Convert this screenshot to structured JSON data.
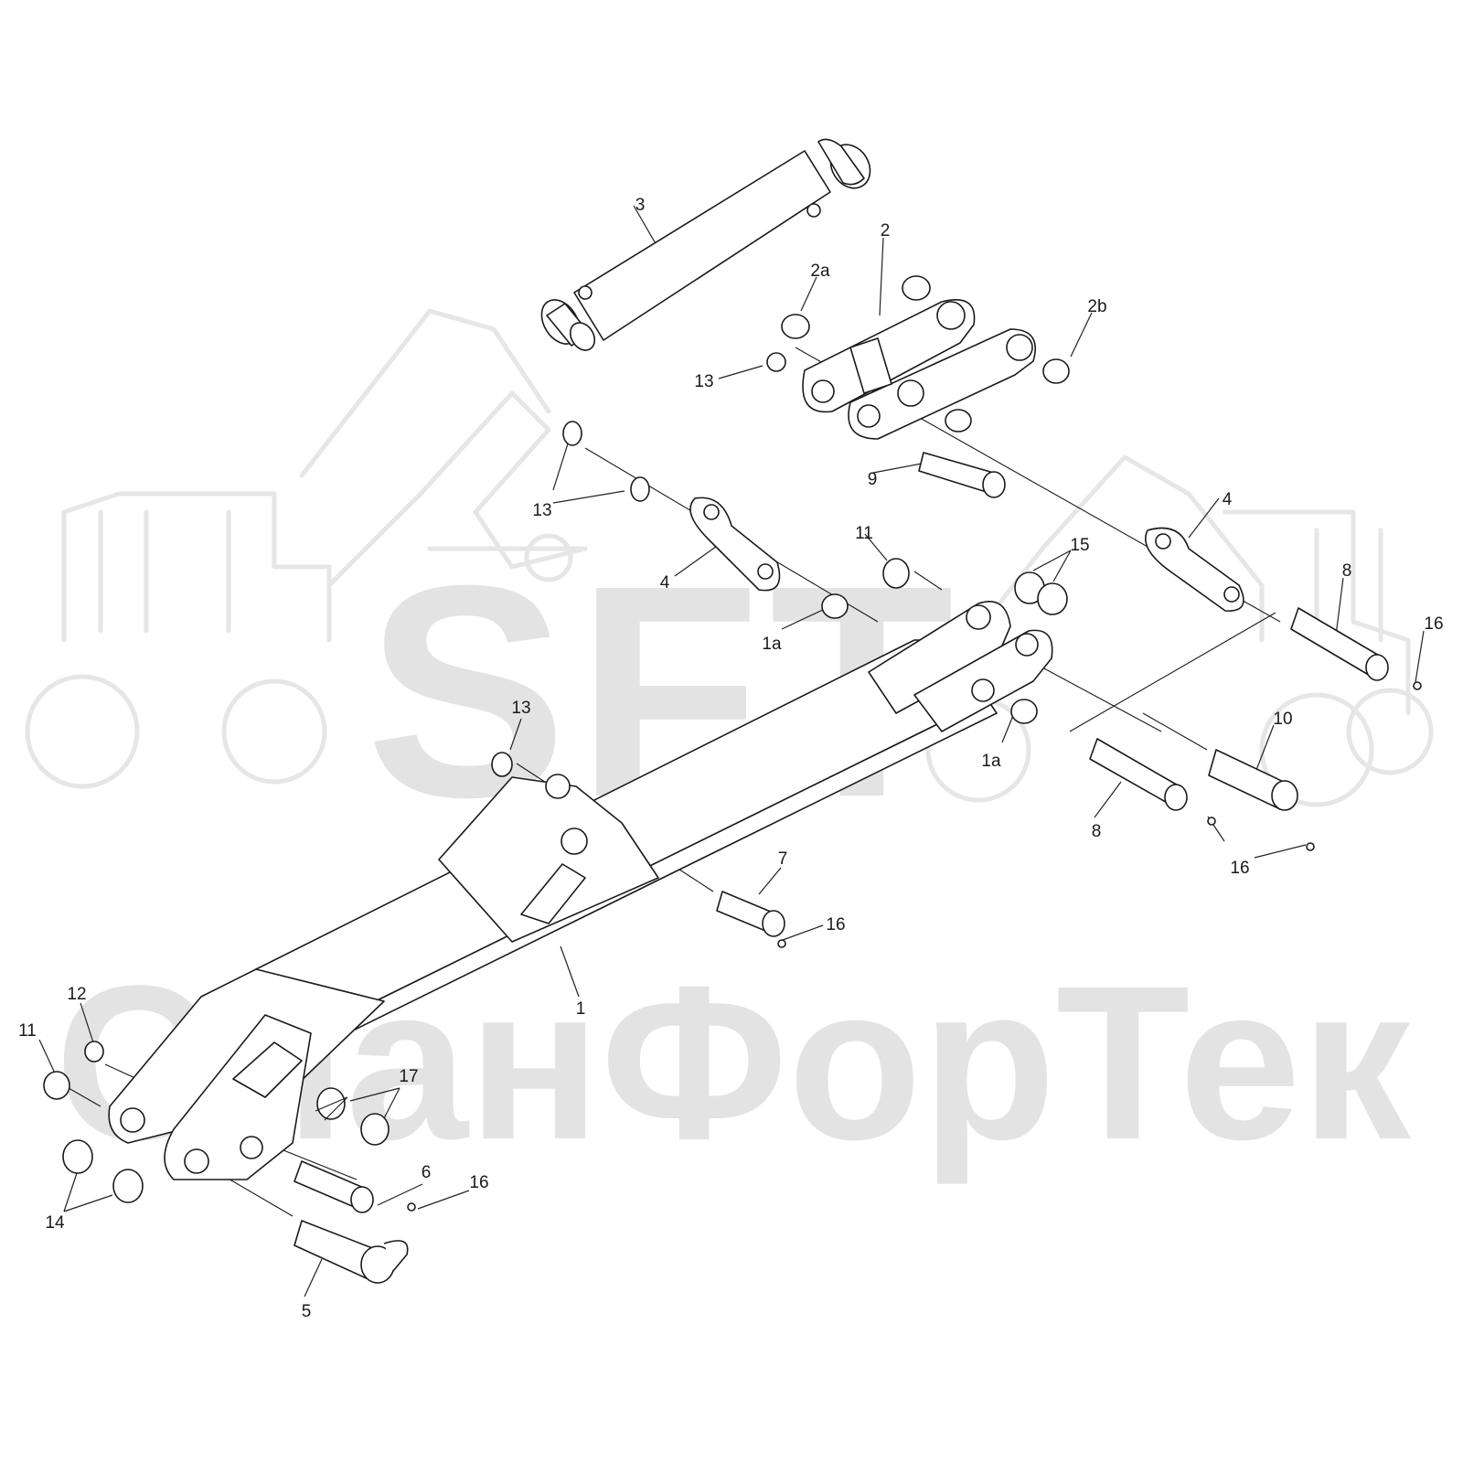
{
  "watermark": {
    "brand": "SFT",
    "company": "СпанФорТек"
  },
  "callouts": [
    {
      "id": "c3",
      "text": "3"
    },
    {
      "id": "c2",
      "text": "2"
    },
    {
      "id": "c2a",
      "text": "2a"
    },
    {
      "id": "c2b",
      "text": "2b"
    },
    {
      "id": "c13a",
      "text": "13"
    },
    {
      "id": "c13b",
      "text": "13"
    },
    {
      "id": "c9",
      "text": "9"
    },
    {
      "id": "c4a",
      "text": "4"
    },
    {
      "id": "c4b",
      "text": "4"
    },
    {
      "id": "c11a",
      "text": "11"
    },
    {
      "id": "c15",
      "text": "15"
    },
    {
      "id": "c8a",
      "text": "8"
    },
    {
      "id": "c16a",
      "text": "16"
    },
    {
      "id": "c1a1",
      "text": "1a"
    },
    {
      "id": "c1a2",
      "text": "1a"
    },
    {
      "id": "c13c",
      "text": "13"
    },
    {
      "id": "c10",
      "text": "10"
    },
    {
      "id": "c8b",
      "text": "8"
    },
    {
      "id": "c16b",
      "text": "16"
    },
    {
      "id": "c7",
      "text": "7"
    },
    {
      "id": "c16c",
      "text": "16"
    },
    {
      "id": "c1",
      "text": "1"
    },
    {
      "id": "c12",
      "text": "12"
    },
    {
      "id": "c11b",
      "text": "11"
    },
    {
      "id": "c17",
      "text": "17"
    },
    {
      "id": "c6",
      "text": "6"
    },
    {
      "id": "c16d",
      "text": "16"
    },
    {
      "id": "c14",
      "text": "14"
    },
    {
      "id": "c5",
      "text": "5"
    }
  ]
}
